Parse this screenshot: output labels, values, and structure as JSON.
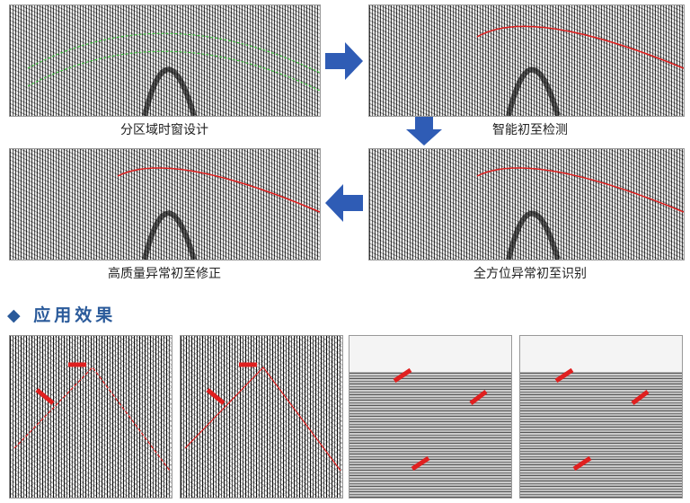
{
  "workflow": {
    "steps": [
      {
        "label": "分区域时窗设计"
      },
      {
        "label": "智能初至检测"
      },
      {
        "label": "全方位异常初至识别"
      },
      {
        "label": "高质量异常初至修正"
      }
    ]
  },
  "results": {
    "heading": "应用效果"
  },
  "colors": {
    "arrow": "#2f5cb5",
    "heading": "#2a5a9a",
    "pick": "#e02020"
  }
}
